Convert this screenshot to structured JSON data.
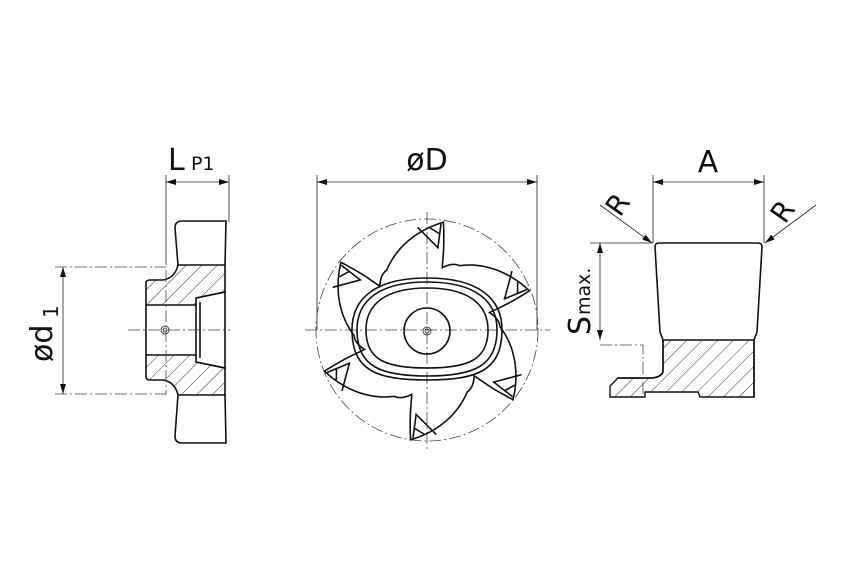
{
  "views": {
    "side": {
      "dim_length_main": "L",
      "dim_length_sub": "P1",
      "dim_diameter_main": "ød",
      "dim_diameter_sub": "1"
    },
    "front": {
      "dim_diameter": "øD"
    },
    "detail": {
      "dim_width": "A",
      "radius_left": "R",
      "radius_right": "R",
      "dim_depth_main": "S",
      "dim_depth_sub": "max."
    }
  }
}
